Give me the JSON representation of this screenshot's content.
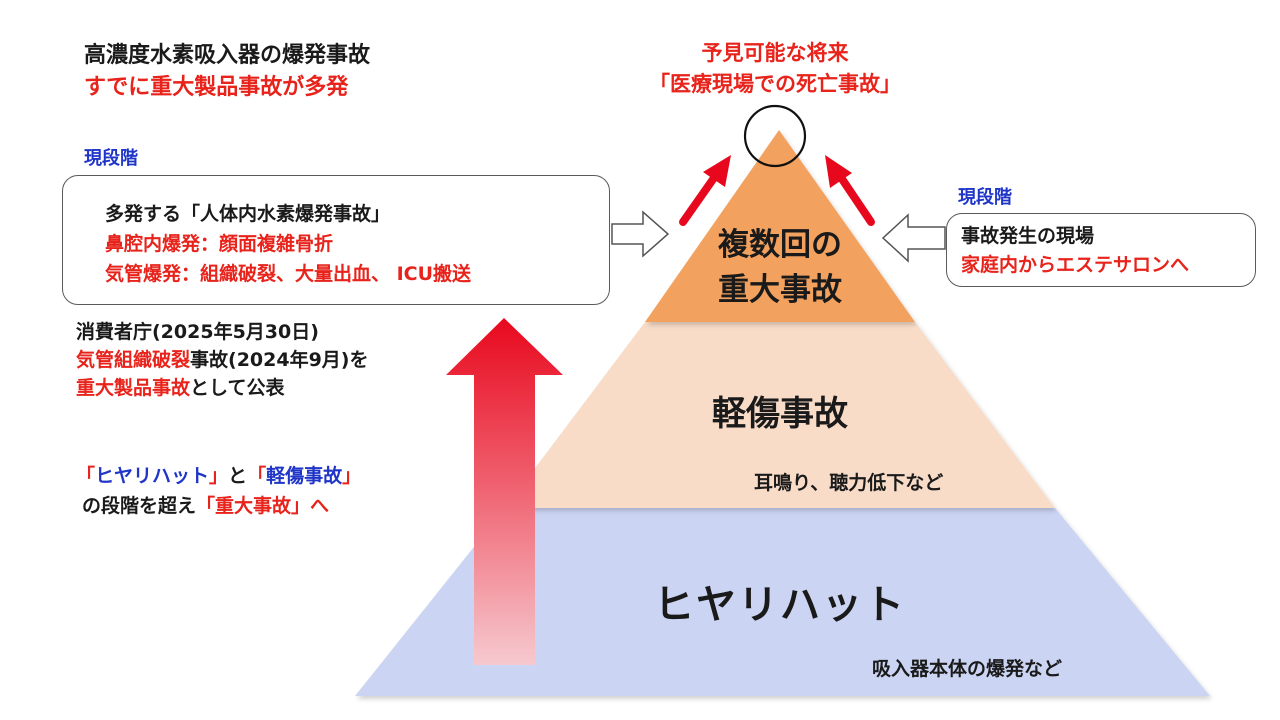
{
  "heading": {
    "line1": "高濃度水素吸入器の爆発事故",
    "line2": "すでに重大製品事故が多発"
  },
  "top_label": {
    "line1": "予見可能な将来",
    "line2": "「医療現場での死亡事故」"
  },
  "left_stage_label": "現段階",
  "left_box": {
    "line1": "多発する「人体内水素爆発事故」",
    "line2": "鼻腔内爆発：顔面複雑骨折",
    "line3": "気管爆発：組織破裂、大量出血、 ICU搬送"
  },
  "right_stage_label": "現段階",
  "right_box": {
    "line1": "事故発生の現場",
    "line2": "家庭内からエステサロンへ"
  },
  "agency_note": {
    "line1": "消費者庁(2025年5月30日)",
    "line2_red": "気管組織破裂",
    "line2_rest": "事故(2024年9月)を",
    "line3_red": "重大製品事故",
    "line3_rest": "として公表"
  },
  "transition_note": {
    "q1_open": "「",
    "q1_word": "ヒヤリハット",
    "q1_close": "」",
    "and": "と",
    "q2_open": "「",
    "q2_word": "軽傷事故",
    "q2_close": "」",
    "line2_prefix": "の段階を超え",
    "line2_red": "「重大事故」へ"
  },
  "pyramid": {
    "top": {
      "line1": "複数回の",
      "line2": "重大事故",
      "color": "#f2a15e"
    },
    "middle": {
      "label": "軽傷事故",
      "sub": "耳鳴り、聴力低下など",
      "color": "#f8dcc8"
    },
    "bottom": {
      "label": "ヒヤリハット",
      "sub": "吸入器本体の爆発など",
      "color": "#cbd5f3"
    }
  },
  "colors": {
    "red": "#e8231b",
    "blue": "#1f35c8",
    "text": "#1a1a1a"
  }
}
